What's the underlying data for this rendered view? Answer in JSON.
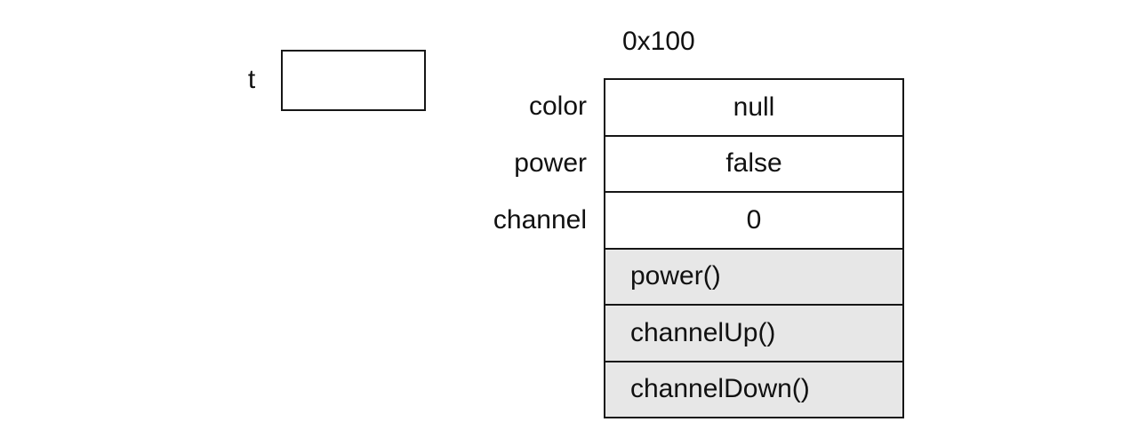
{
  "diagram": {
    "variable": {
      "name": "t",
      "value": ""
    },
    "object": {
      "address": "0x100",
      "fields": [
        {
          "name": "color",
          "value": "null"
        },
        {
          "name": "power",
          "value": "false"
        },
        {
          "name": "channel",
          "value": "0"
        }
      ],
      "methods": [
        "power()",
        "channelUp()",
        "channelDown()"
      ],
      "colors": {
        "field_row_background": "#ffffff",
        "method_row_background": "#e7e7e7",
        "border": "#161616",
        "text": "#111111"
      }
    }
  }
}
